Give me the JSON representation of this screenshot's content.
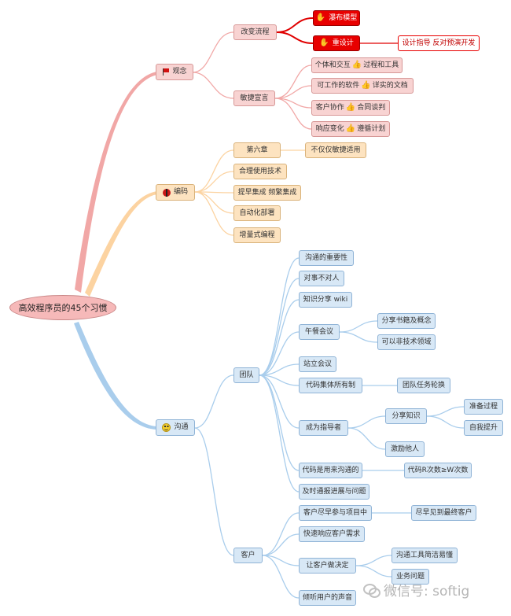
{
  "root": "高效程序员的45个习惯",
  "branches": {
    "guannian": {
      "label": "观念",
      "icon": "flag-icon",
      "color": "#f1a7a6",
      "children": {
        "gaibian": {
          "label": "改变流程",
          "children": [
            "瀑布模型",
            "重设计"
          ],
          "note": "设计指导 反对预演开发"
        },
        "minjie": {
          "label": "敏捷宣言",
          "children": [
            "个体和交互",
            "可工作的软件",
            "客户协作",
            "响应变化"
          ],
          "contrast": [
            "过程和工具",
            "详实的文档",
            "合同谈判",
            "遵循计划"
          ]
        }
      }
    },
    "bianma": {
      "label": "编码",
      "icon": "ladybug-icon",
      "color": "#fcd3a1",
      "children": [
        "第六章",
        "合理使用技术",
        "提早集成 频繁集成",
        "自动化部署",
        "增量式编程"
      ],
      "chapter_note": "不仅仅敏捷适用"
    },
    "goutong": {
      "label": "沟通",
      "icon": "smiley-icon",
      "color": "#a9cdec",
      "team": {
        "label": "团队",
        "items": [
          "沟通的重要性",
          "对事不对人",
          "知识分享 wiki",
          "午餐会议",
          "站立会议",
          "代码集体所有制",
          "成为指导者",
          "代码是用来沟通的",
          "及时通报进展与问题"
        ],
        "lunch": [
          "分享书籍及概念",
          "可以非技术领域"
        ],
        "ownership": "团队任务轮换",
        "mentor_share": "分享知识",
        "mentor_share_sub": [
          "准备过程",
          "自我提升"
        ],
        "mentor_help": "激励他人",
        "code_note": "代码R次数≥W次数"
      },
      "customer": {
        "label": "客户",
        "items": [
          "客户尽早参与项目中",
          "快速响应客户需求",
          "让客户做决定",
          "倾听用户的声音"
        ],
        "early": "尽早见到最终客户",
        "decide": [
          "沟通工具简洁易懂",
          "业务问题"
        ]
      }
    }
  },
  "watermark": "微信号: softig"
}
